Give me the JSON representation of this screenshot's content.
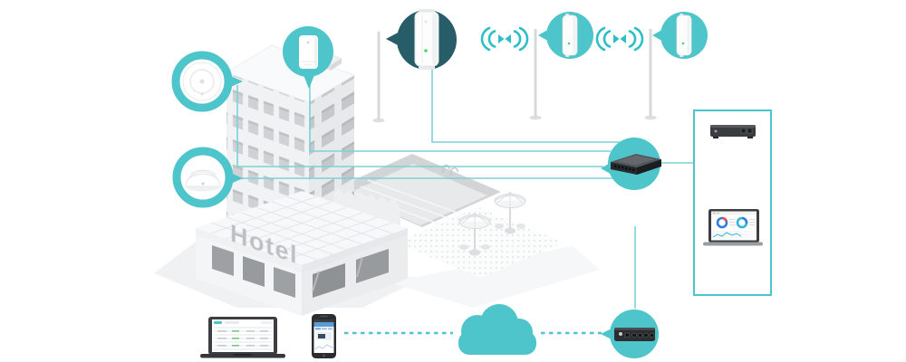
{
  "scene": {
    "hotel_label": "Hotel",
    "description": "Hotel wireless network topology illustration"
  },
  "palette": {
    "teal": "#4ec4cb",
    "teal_dark": "#265d69",
    "line": "#7bd2d7",
    "wifi": "#2ebec6",
    "cloud": "#4ec4cb",
    "box_border": "#4ec4cb",
    "building_light": "#f1f2f4",
    "building_shade": "#e7e9eb",
    "device_dark": "#2b2d30",
    "led_green": "#49d666"
  },
  "icons": {
    "ceiling_ap_top": "ceiling-mount access point, top view",
    "ceiling_ap_dome": "ceiling-mount access point, dome side view",
    "wall_ap": "wall-plate access point",
    "outdoor_ap": "outdoor pole-mount access point",
    "wifi_bridge": "point-to-point wireless signal",
    "switch": "rack switch",
    "controller": "hardware controller",
    "gateway": "gateway router with ports",
    "cloud": "cloud service",
    "laptop_management": "laptop with device list",
    "laptop_dashboard": "laptop with dashboard donut charts",
    "phone_app": "smartphone with management app"
  }
}
